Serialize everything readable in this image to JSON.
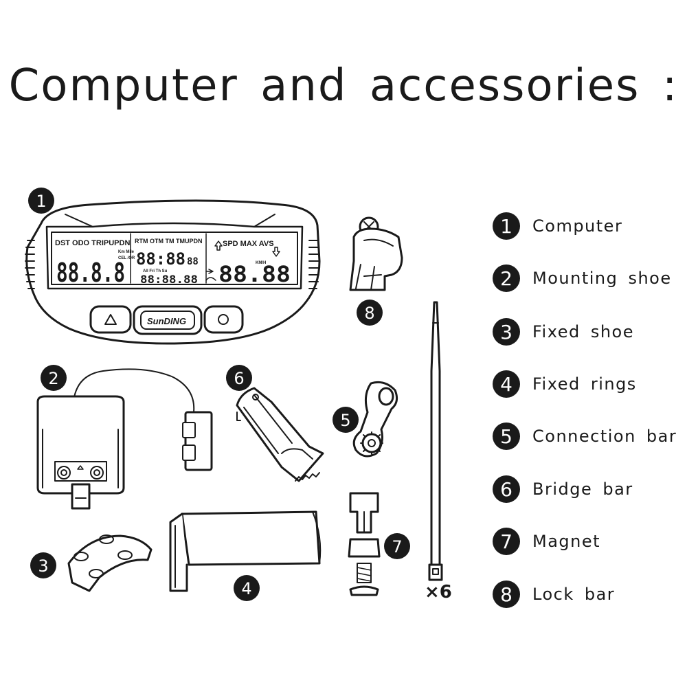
{
  "title": "Computer and accessories :",
  "callouts": [
    "1",
    "2",
    "3",
    "4",
    "5",
    "6",
    "7",
    "8"
  ],
  "quantity_label": "×6",
  "legend": [
    {
      "number": "1",
      "label": "Computer"
    },
    {
      "number": "2",
      "label": "Mounting shoe"
    },
    {
      "number": "3",
      "label": "Fixed shoe"
    },
    {
      "number": "4",
      "label": "Fixed rings"
    },
    {
      "number": "5",
      "label": "Connection bar"
    },
    {
      "number": "6",
      "label": "Bridge bar"
    },
    {
      "number": "7",
      "label": "Magnet"
    },
    {
      "number": "8",
      "label": "Lock bar"
    }
  ],
  "device": {
    "brand": "SunDING",
    "lcd_left_header": "DST ODO TRIPUPDN",
    "lcd_mid_header": "RTM OTM TM TMUPDN",
    "lcd_right_header": "SPD MAX AVS",
    "lcd_units_top": "Km Mile",
    "lcd_units_bottom": "CEL /OR",
    "lcd_speed_unit": "KM/H",
    "lcd_days": "All Fri Th Su",
    "left_digits": "88.8.8",
    "mid_digits": "88:88",
    "mid_small": "88",
    "mid_bottom_digits": "88:88.88",
    "right_digits": "88.88"
  },
  "icons": {
    "mode_button": "triangle-button-icon",
    "set_button": "circle-button-icon"
  }
}
